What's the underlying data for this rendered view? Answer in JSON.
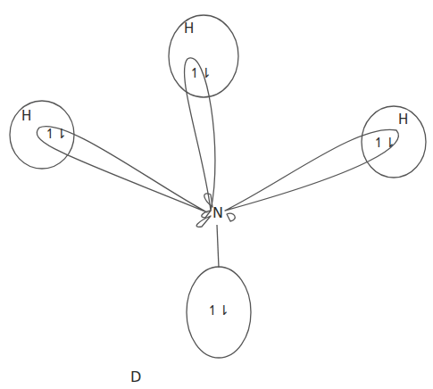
{
  "diagram": {
    "nodes": [
      {
        "text": [
          "H",
          "↿⇂"
        ]
      },
      {
        "text": [
          "H",
          "↿⇂"
        ]
      },
      {
        "text": [
          "H",
          "↿⇂"
        ]
      },
      {
        "text": [
          "↿⇂"
        ]
      }
    ],
    "labels": [
      "N",
      "D"
    ]
  }
}
